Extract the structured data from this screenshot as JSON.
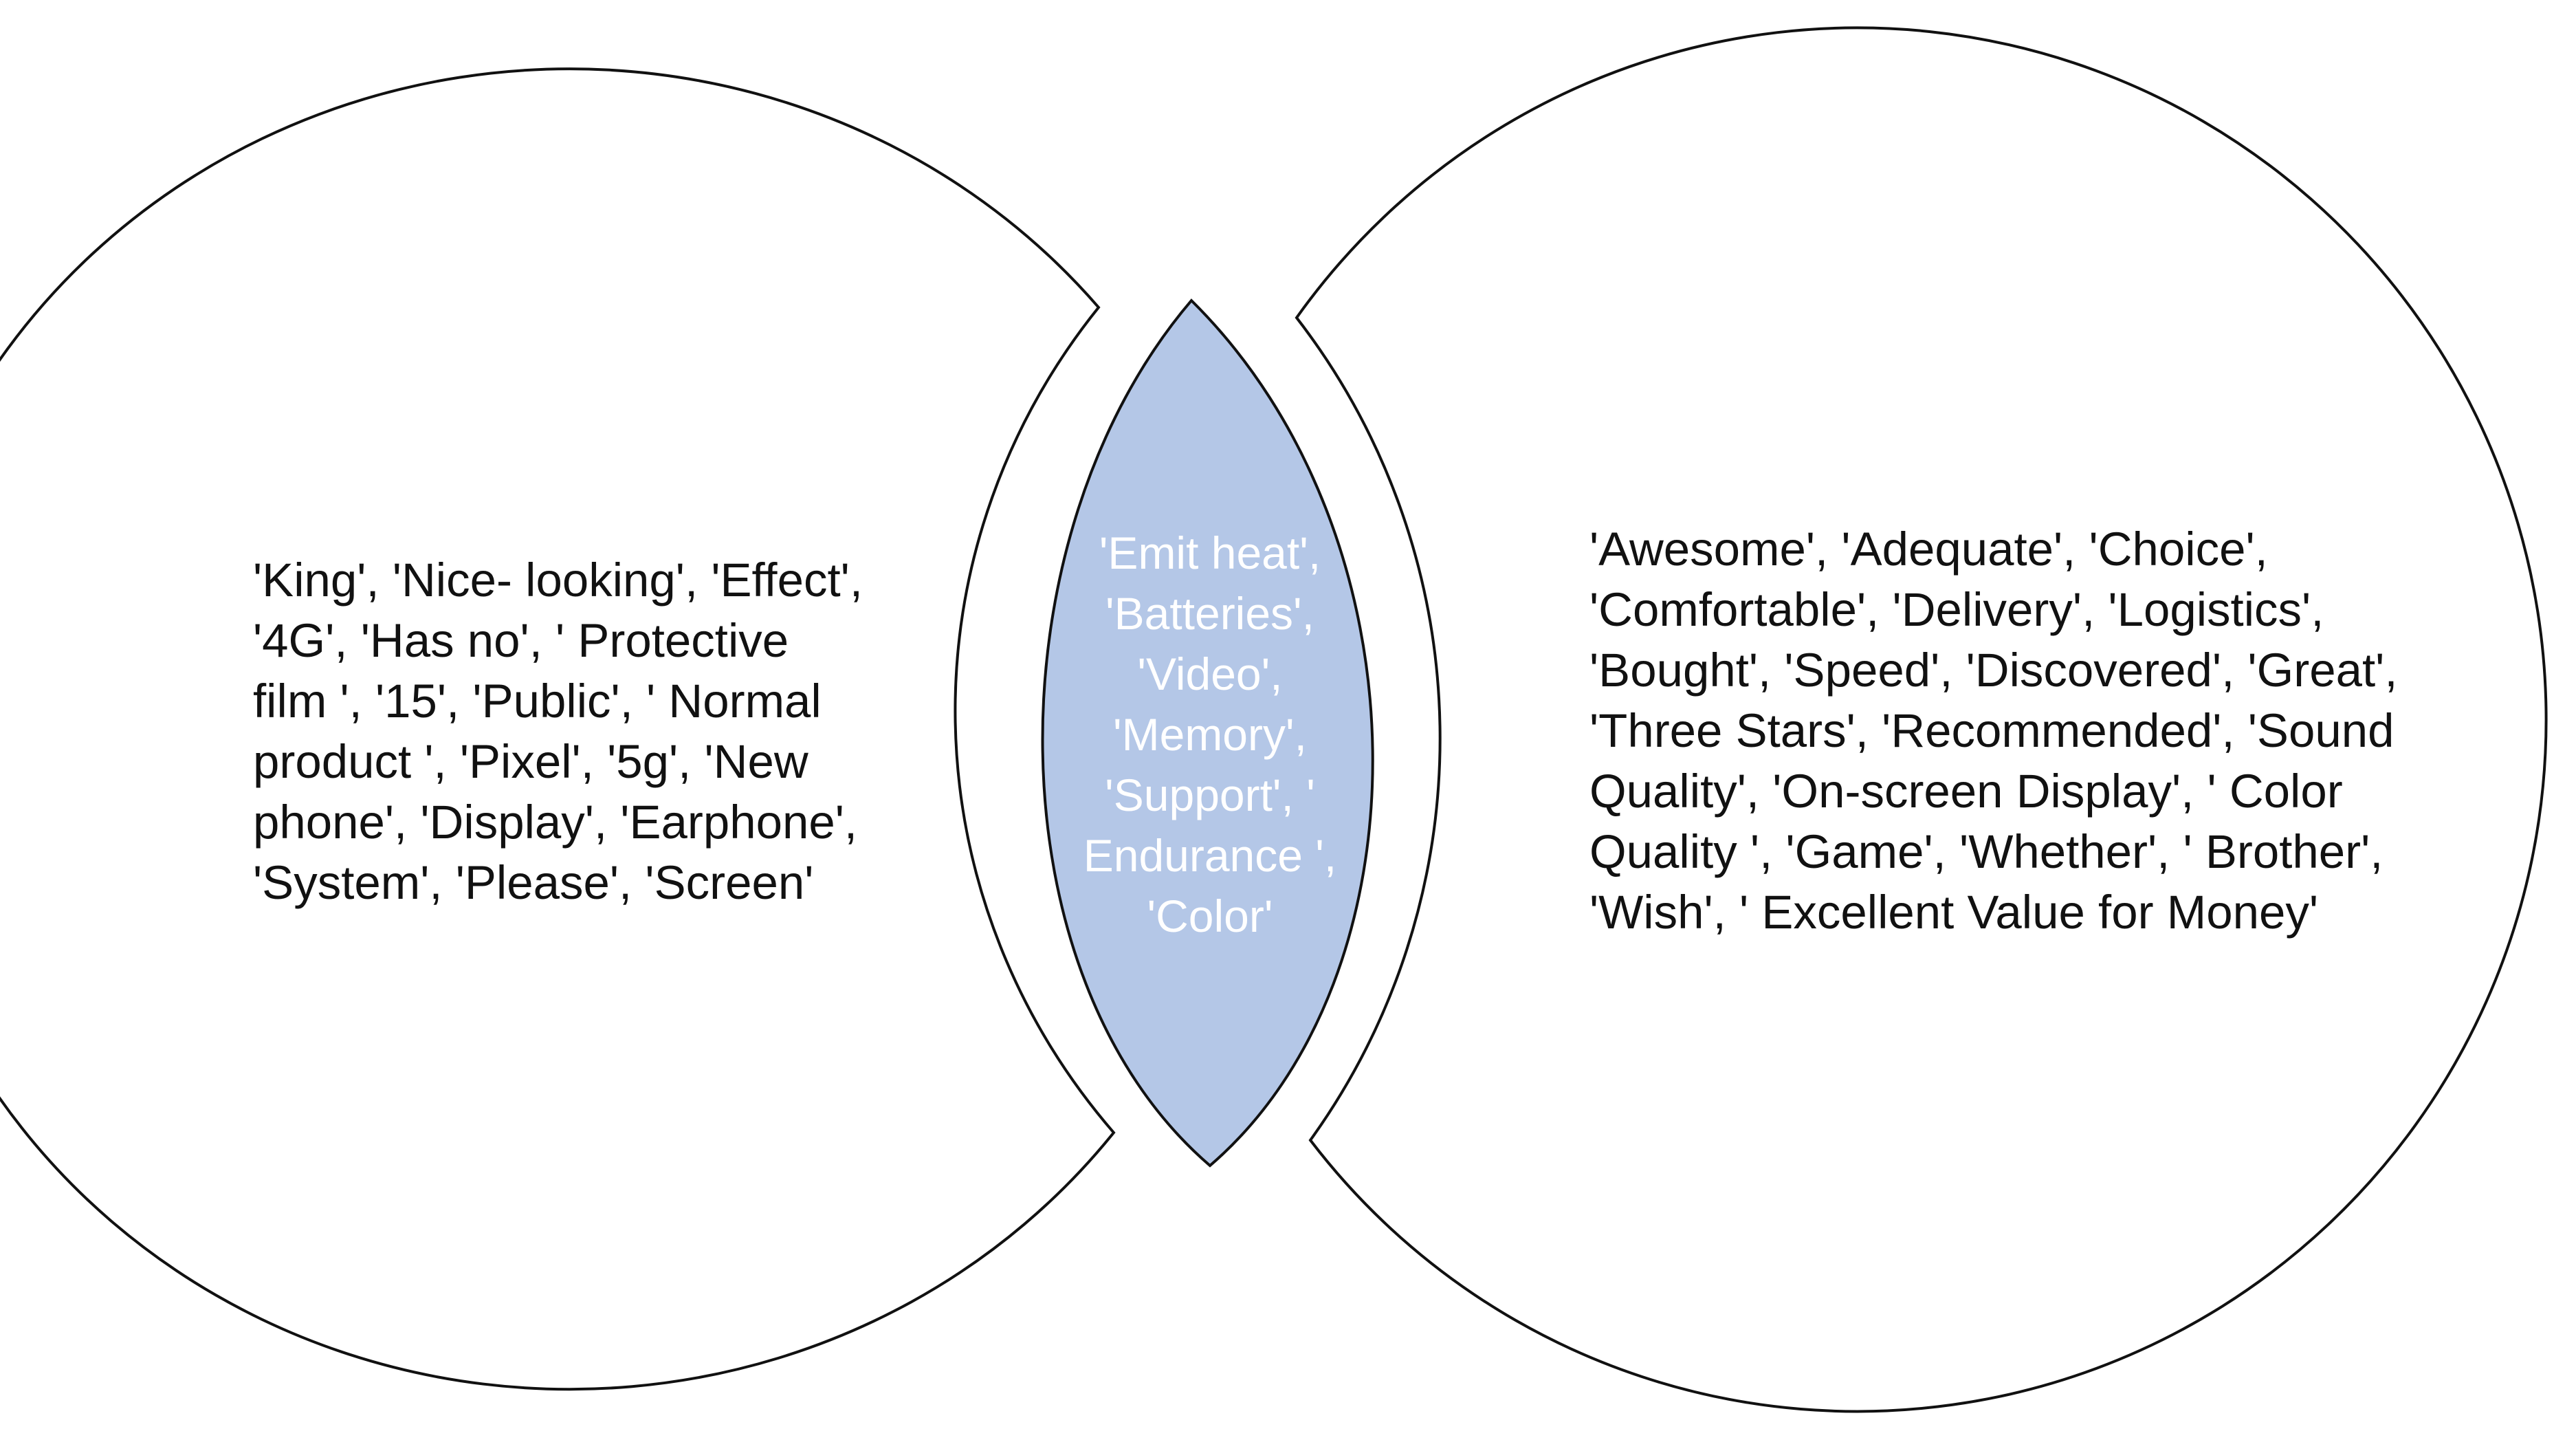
{
  "colors": {
    "outline": "#111111",
    "background": "#ffffff",
    "intersection_fill": "#b4c7e7",
    "intersection_text": "#ffffff",
    "region_text": "#111111"
  },
  "left_region": {
    "lines": [
      "'King', 'Nice- looking', 'Effect',",
      "'4G', 'Has no', ' Protective",
      "film ', '15', 'Public', ' Normal",
      "product ', 'Pixel', '5g', 'New",
      "phone', 'Display', 'Earphone',",
      "'System', 'Please', 'Screen'"
    ]
  },
  "intersection": {
    "lines": [
      "'Emit heat',",
      "'Batteries',",
      "'Video',",
      "'Memory',",
      "'Support', '",
      "Endurance ',",
      "'Color'"
    ]
  },
  "right_region": {
    "lines": [
      "'Awesome', 'Adequate', 'Choice',",
      "'Comfortable', 'Delivery', 'Logistics',",
      "'Bought', 'Speed', 'Discovered', 'Great',",
      "'Three Stars', 'Recommended', 'Sound",
      "Quality', 'On-screen Display', ' Color",
      "Quality ', 'Game', 'Whether', ' Brother',",
      "'Wish', ' Excellent Value for Money'"
    ]
  }
}
